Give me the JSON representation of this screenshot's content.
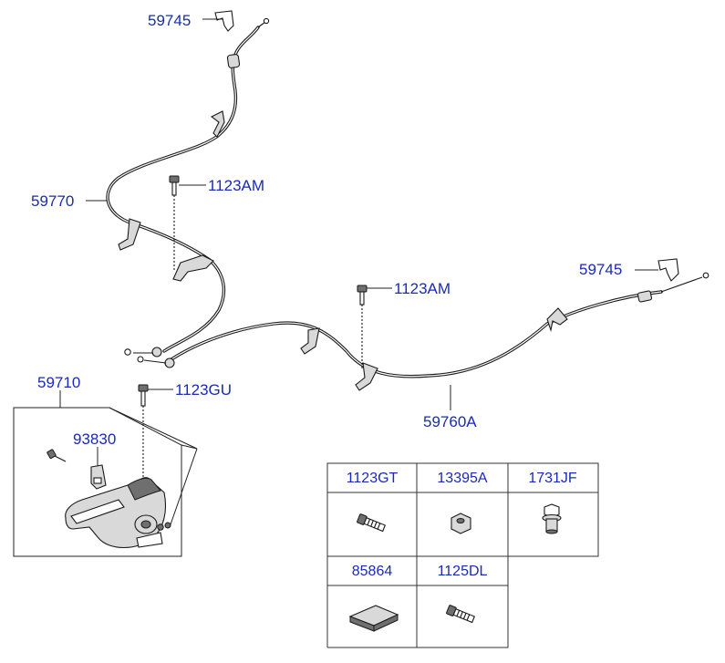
{
  "callouts": {
    "clip_top": "59745",
    "clip_right": "59745",
    "cable_rear_left": "59770",
    "bolt_upper": "1123AM",
    "bolt_mid": "1123AM",
    "bolt_lever": "1123GU",
    "lever_assy": "59710",
    "switch": "93830",
    "cable_rear_right": "59760A"
  },
  "parts_table": [
    {
      "code": "1123GT",
      "icon": "bolt-icon"
    },
    {
      "code": "13395A",
      "icon": "nut-icon"
    },
    {
      "code": "1731JF",
      "icon": "flange-bolt-icon"
    },
    {
      "code": "85864",
      "icon": "pad-icon"
    },
    {
      "code": "1125DL",
      "icon": "bolt-icon"
    }
  ]
}
